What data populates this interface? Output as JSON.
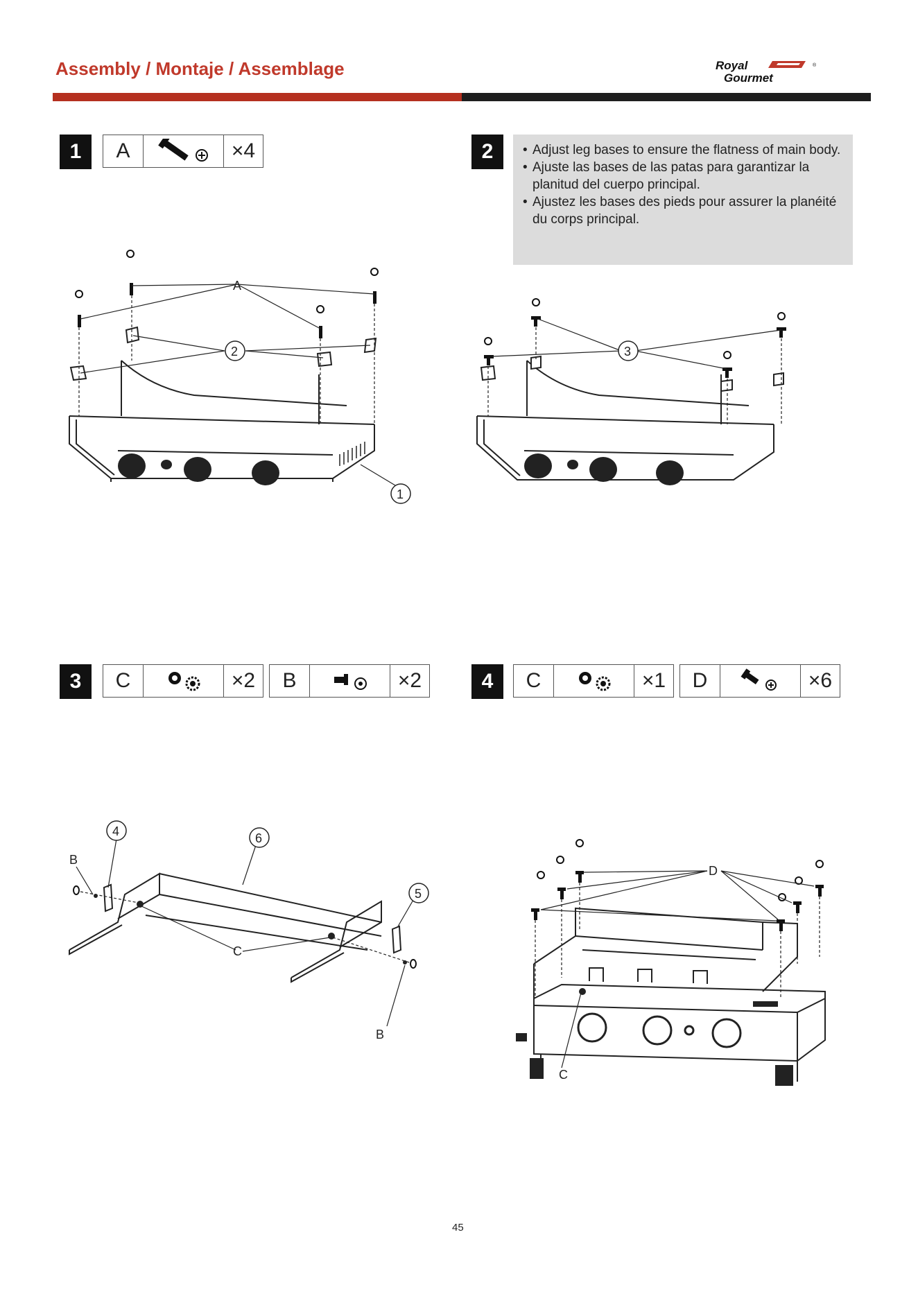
{
  "header": {
    "title": "Assembly / Montaje / Assemblage",
    "brand_logo_text": "Royal Gourmet",
    "brand_color": "#b5301f",
    "bar_dark_color": "#1e1e1e"
  },
  "steps": [
    {
      "number": "1",
      "parts": [
        {
          "letter": "A",
          "icon": "screw-icon",
          "qty": "×4"
        }
      ],
      "callouts": [
        "A",
        "2",
        "1"
      ]
    },
    {
      "number": "2",
      "note_lines": [
        "Adjust leg bases to ensure the flatness of main body.",
        "Ajuste las bases de las patas para garantizar la planitud del cuerpo principal.",
        "Ajustez les bases des pieds pour assurer la planéité du corps principal."
      ],
      "callouts": [
        "3"
      ]
    },
    {
      "number": "3",
      "parts": [
        {
          "letter": "C",
          "icon": "nut-washer-icon",
          "qty": "×2"
        },
        {
          "letter": "B",
          "icon": "bolt-icon",
          "qty": "×2"
        }
      ],
      "callouts": [
        "4",
        "6",
        "5",
        "B",
        "C",
        "B"
      ]
    },
    {
      "number": "4",
      "parts": [
        {
          "letter": "C",
          "icon": "nut-washer-icon",
          "qty": "×1"
        },
        {
          "letter": "D",
          "icon": "screw-icon",
          "qty": "×6"
        }
      ],
      "callouts": [
        "D",
        "C"
      ]
    }
  ],
  "page_number": "45"
}
